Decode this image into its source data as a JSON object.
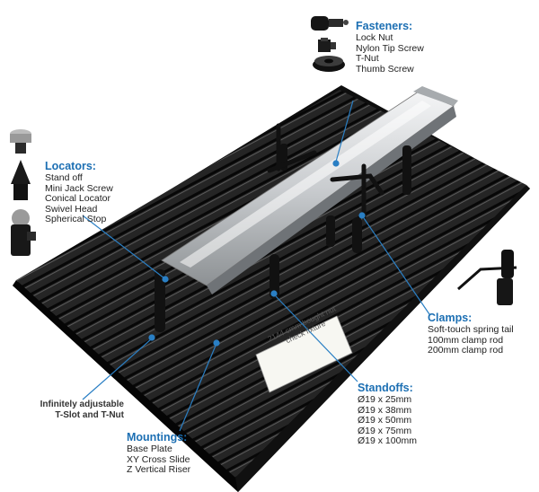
{
  "callouts": {
    "fasteners": {
      "heading": "Fasteners:",
      "items": [
        "Lock Nut",
        "Nylon Tip Screw",
        "T-Nut",
        "Thumb Screw"
      ]
    },
    "locators": {
      "heading": "Locators:",
      "items": [
        "Stand off",
        "Mini Jack Screw",
        "Conical Locator",
        "Swivel Head",
        "Spherical Stop"
      ]
    },
    "clamps": {
      "heading": "Clamps:",
      "items": [
        "Soft-touch spring tail",
        "100mm clamp rod",
        "200mm clamp rod"
      ]
    },
    "standoffs": {
      "heading": "Standoffs:",
      "items": [
        "Ø19 x 25mm",
        "Ø19 x 38mm",
        "Ø19 x 50mm",
        "Ø19 x 75mm",
        "Ø19 x 100mm"
      ]
    },
    "mountings": {
      "heading": "Mountings:",
      "items": [
        "Base Plate",
        "XY Cross Slide",
        "Z Vertical Riser"
      ]
    },
    "tslot": {
      "lines": [
        "Infinitely adjustable",
        "T-Slot and T-Nut"
      ]
    }
  },
  "sticker": {
    "lines": [
      "2144 cmm bought nut",
      "check fixture"
    ]
  },
  "colors": {
    "heading": "#1c6fb3",
    "leader": "#2a7fc4",
    "plate": "#1e1e1e",
    "rail": "#d6d8da"
  },
  "icons": [
    "thumb-screw-icon",
    "nylon-tip-screw-icon",
    "knurled-nut-icon",
    "standoff-icon",
    "conical-locator-icon",
    "swivel-head-icon",
    "spring-clamp-icon"
  ]
}
